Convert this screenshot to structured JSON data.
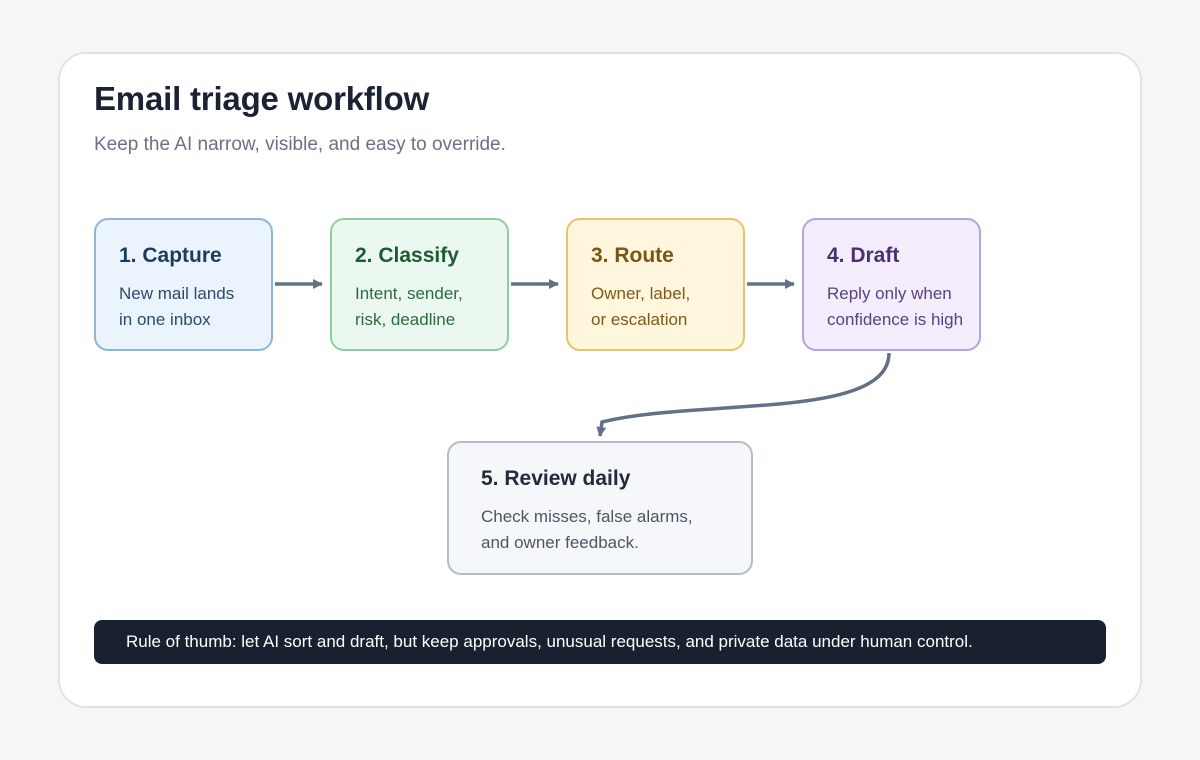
{
  "diagram": {
    "title": "Email triage workflow",
    "subtitle": "Keep the AI narrow, visible, and easy to override.",
    "steps": [
      {
        "title": "1. Capture",
        "lines": [
          "New mail lands",
          "in one inbox"
        ],
        "fill": "#ebf4fd",
        "stroke": "#8fb4d8"
      },
      {
        "title": "2. Classify",
        "lines": [
          "Intent, sender,",
          "risk, deadline"
        ],
        "fill": "#ebf8ef",
        "stroke": "#8ccfa0"
      },
      {
        "title": "3. Route",
        "lines": [
          "Owner, label,",
          "or escalation"
        ],
        "fill": "#fff6de",
        "stroke": "#e3c56d"
      },
      {
        "title": "4. Draft",
        "lines": [
          "Reply only when",
          "confidence is high"
        ],
        "fill": "#f4edfd",
        "stroke": "#b7a2dc"
      },
      {
        "title": "5. Review daily",
        "lines": [
          "Check misses, false alarms,",
          "and owner feedback."
        ],
        "fill": "#f5f7fa",
        "stroke": "#b6bcc7"
      }
    ],
    "edges": [
      {
        "from": "1. Capture",
        "to": "2. Classify"
      },
      {
        "from": "2. Classify",
        "to": "3. Route"
      },
      {
        "from": "3. Route",
        "to": "4. Draft"
      },
      {
        "from": "4. Draft",
        "to": "5. Review daily"
      }
    ],
    "connector_color": "#647087",
    "rule": "Rule of thumb: let AI sort and draft, but keep approvals, unusual requests, and private data under human control."
  }
}
